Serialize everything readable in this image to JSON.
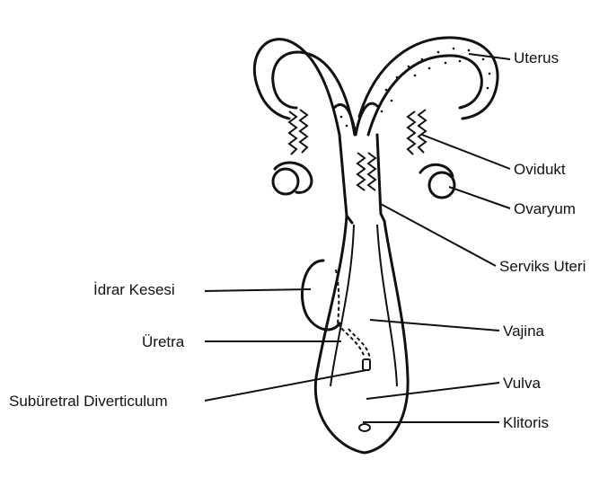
{
  "labels": {
    "uterus": "Uterus",
    "ovidukt": "Ovidukt",
    "ovaryum": "Ovaryum",
    "serviks": "Serviks Uteri",
    "vajina": "Vajina",
    "vulva": "Vulva",
    "klitoris": "Klitoris",
    "idrar": "İdrar Kesesi",
    "uretra": "Üretra",
    "divertikul": "Subüretral Diverticulum"
  }
}
